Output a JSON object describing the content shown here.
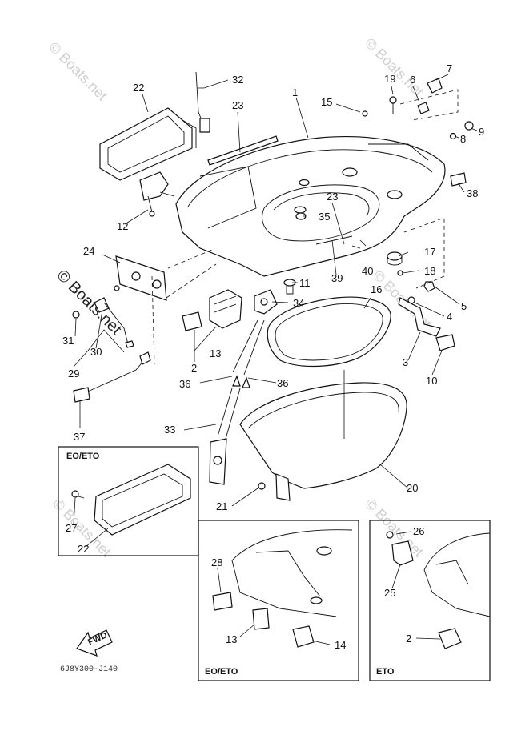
{
  "watermarks": {
    "a": "© Boats.net",
    "b": "© Boats.net",
    "c": "© Boats.net",
    "d": "© Boats.net",
    "e": "© Boats.net",
    "f": "© Boats.net"
  },
  "callouts": {
    "c1": "1",
    "c2": "2",
    "c3": "3",
    "c4": "4",
    "c5": "5",
    "c6": "6",
    "c7": "7",
    "c8": "8",
    "c9": "9",
    "c10": "10",
    "c11": "11",
    "c12": "12",
    "c13": "13",
    "c15": "15",
    "c16": "16",
    "c17": "17",
    "c18": "18",
    "c19": "19",
    "c20": "20",
    "c21": "21",
    "c22": "22",
    "c23a": "23",
    "c23b": "23",
    "c24": "24",
    "c29": "29",
    "c30": "30",
    "c31": "31",
    "c32": "32",
    "c33": "33",
    "c34": "34",
    "c35": "35",
    "c36a": "36",
    "c36b": "36",
    "c37": "37",
    "c38": "38",
    "c39": "39",
    "c40": "40",
    "inset1_27": "27",
    "inset1_22": "22",
    "inset2_28": "28",
    "inset2_13": "13",
    "inset2_14": "14",
    "inset3_26": "26",
    "inset3_25": "25",
    "inset3_2": "2"
  },
  "insets": {
    "eo_eto_top": "EO/ETO",
    "eo_eto_bottom": "EO/ETO",
    "eto": "ETO"
  },
  "fwd_label": "FWD",
  "drawing_code": "6J8Y300-J140"
}
